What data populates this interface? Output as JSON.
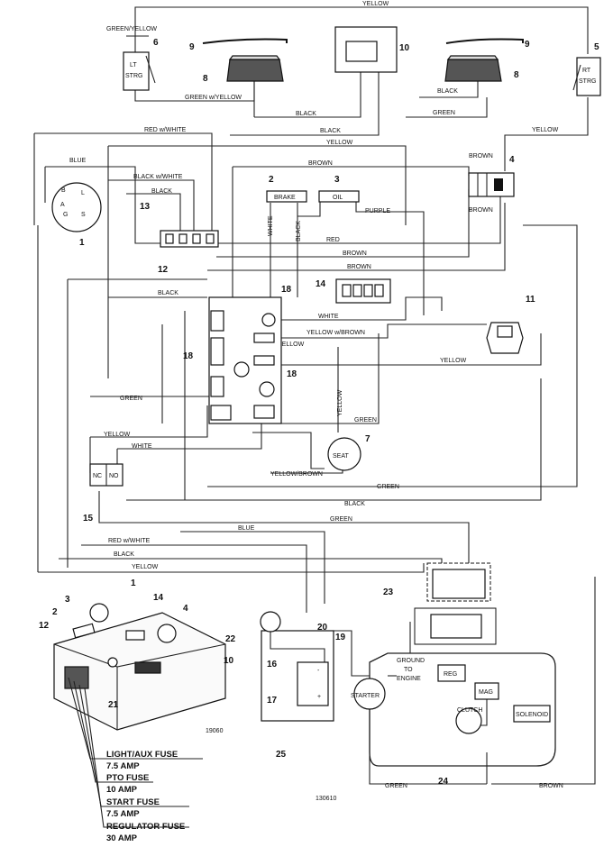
{
  "wire_labels": {
    "yellow_top": "YELLOW",
    "green_yellow_top": "GREEN/YELLOW",
    "green_w_yellow": "GREEN w/YELLOW",
    "black_1": "BLACK",
    "black_2": "BLACK",
    "black_3": "BLACK",
    "green_1": "GREEN",
    "red_w_white_1": "RED w/WHITE",
    "yellow_1": "YELLOW",
    "yellow_rt": "YELLOW",
    "blue_1": "BLUE",
    "brown_1": "BROWN",
    "brown_2": "BROWN",
    "brown_3": "BROWN",
    "brown_4": "BROWN",
    "brown_5": "BROWN",
    "black_w_white": "BLACK w/WHITE",
    "black_4": "BLACK",
    "purple": "PURPLE",
    "white_1": "WHITE",
    "black_v": "BLACK",
    "red_1": "RED",
    "black_5": "BLACK",
    "white_2": "WHITE",
    "yellow_w_brown_1": "YELLOW w/BROWN",
    "yellow_2": "YELLOW",
    "yellow_3": "YELLOW",
    "green_2": "GREEN",
    "green_3": "GREEN",
    "yellow_v": "YELLOW",
    "yellow_4": "YELLOW",
    "white_3": "WHITE",
    "yellow_brown_2": "YELLOW/BROWN",
    "green_4": "GREEN",
    "black_6": "BLACK",
    "green_5": "GREEN",
    "blue_2": "BLUE",
    "red_w_white_2": "RED w/WHITE",
    "black_7": "BLACK",
    "yellow_5": "YELLOW",
    "green_6": "GREEN",
    "brown_6": "BROWN"
  },
  "component_labels": {
    "lt_strg": [
      "LT",
      "STRG"
    ],
    "rt_strg": [
      "RT",
      "STRG"
    ],
    "brake": "BRAKE",
    "oil": "OIL",
    "seat": "SEAT",
    "nc": "NC",
    "no": "NO",
    "reg": "REG",
    "mag": "MAG",
    "solenoid": "SOLENOID",
    "starter": "STARTER",
    "clutch": "CLUTCH",
    "ground_to_engine": [
      "GROUND",
      "TO",
      "ENGINE"
    ],
    "minus": "-",
    "plus": "+",
    "key_b": "B",
    "key_l": "L",
    "key_a": "A",
    "key_g": "G",
    "key_s": "S"
  },
  "callouts": {
    "n1": "1",
    "n2": "2",
    "n3": "3",
    "n4": "4",
    "n5": "5",
    "n6": "6",
    "n7": "7",
    "n8a": "8",
    "n8b": "8",
    "n9a": "9",
    "n9b": "9",
    "n10": "10",
    "n11": "11",
    "n12": "12",
    "n13": "13",
    "n14": "14",
    "n15": "15",
    "n16": "16",
    "n17": "17",
    "n18a": "18",
    "n18b": "18",
    "n18c": "18",
    "n19": "19",
    "n20": "20",
    "n22": "22",
    "n23": "23",
    "n24": "24",
    "n25": "25",
    "p1": "1",
    "p2": "2",
    "p3": "3",
    "p4": "4",
    "p10": "10",
    "p12": "12",
    "p14": "14",
    "p21": "21"
  },
  "fuse_legend": [
    {
      "name": "LIGHT/AUX FUSE",
      "amp": "7.5 AMP"
    },
    {
      "name": "PTO FUSE",
      "amp": "10 AMP"
    },
    {
      "name": "START FUSE",
      "amp": "7.5 AMP"
    },
    {
      "name": "REGULATOR FUSE",
      "amp": "30 AMP"
    }
  ],
  "drawing_numbers": {
    "panel": "19060",
    "main": "130610"
  }
}
